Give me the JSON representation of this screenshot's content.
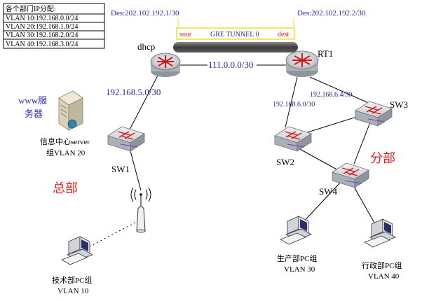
{
  "legend": {
    "title": "各个部门IP分配:",
    "rows": [
      "VLAN 10:192.168.0.0/24",
      "VLAN  20:192.168.1.0/24",
      "VLAN  30:192.168.2.0/24",
      "VLAN 40:192.168.3.0/24"
    ]
  },
  "tunnel": {
    "left_des": "Des:202.102.192.1/30",
    "right_des": "Des:202.102.192.2/30",
    "sour": "sour",
    "dest": "dest",
    "name": "GRE TUNNEL 0"
  },
  "routers": {
    "dhcp_label": "dhcp",
    "rt1_label": "RT1",
    "link": "111.0.0.0/30"
  },
  "hq": {
    "www_line1": "www服",
    "www_line2": "务器",
    "uplink_net": "192.168.5.0/30",
    "server_line1": "信息中心server",
    "server_line2": "组VLAN 20",
    "sw1_label": "SW1",
    "region_label": "总部",
    "pc_line1": "技术部PC组",
    "pc_line2": "VLAN 10"
  },
  "branch": {
    "net_sw2": "192.168.6.0/30",
    "net_sw3": "192.168.6.4/30",
    "sw2_label": "SW2",
    "sw3_label": "SW3",
    "sw4_label": "SW4",
    "region_label": "分部",
    "prod_line1": "生产部PC组",
    "prod_line2": "VLAN 30",
    "admin_line1": "行政部PC组",
    "admin_line2": "VLAN 40"
  },
  "colors": {
    "blue_text": "#2a2aa8",
    "red_text": "#e02020",
    "tunnel_bar": "#444444",
    "tunnel_box": "#e8e03a"
  }
}
